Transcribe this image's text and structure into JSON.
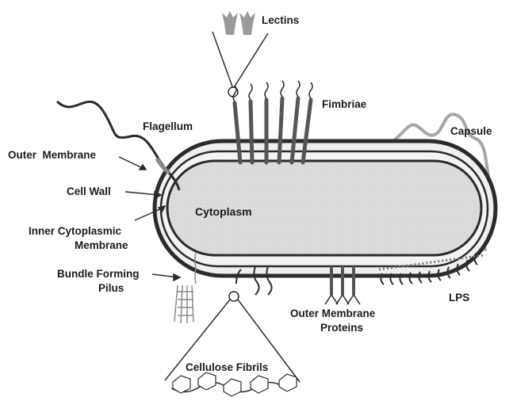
{
  "diagram": {
    "labels": {
      "lectins": "Lectins",
      "fimbriae": "Fimbriae",
      "flagellum": "Flagellum",
      "capsule": "Capsule",
      "outer_membrane": "Outer  Membrane",
      "cell_wall": "Cell Wall",
      "cytoplasm": "Cytoplasm",
      "inner_cytoplasmic_line1": "Inner Cytoplasmic",
      "inner_cytoplasmic_line2": "Membrane",
      "bundle_forming_line1": "Bundle Forming",
      "bundle_forming_line2": "Pilus",
      "outer_membrane_proteins_line1": "Outer Membrane",
      "outer_membrane_proteins_line2": "Proteins",
      "lps": "LPS",
      "cellulose_fibrils": "Cellulose Fibrils"
    },
    "colors": {
      "outline": "#2b2b2b",
      "cytoplasm_fill": "#d9d9d9",
      "periplasm_fill": "#efefef",
      "capsule": "#a6a6a6",
      "lectin": "#9a9a9a"
    }
  }
}
